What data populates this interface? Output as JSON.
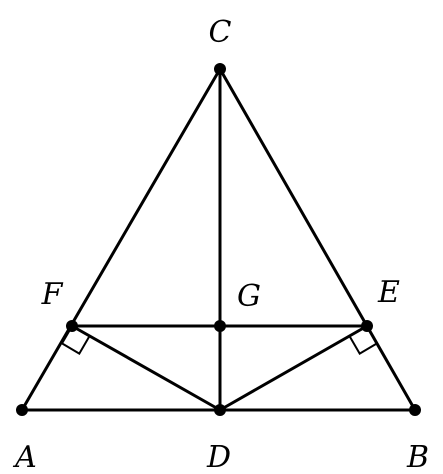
{
  "labels": {
    "A": "A",
    "B": "B",
    "C": "C",
    "D": "D",
    "E": "E",
    "F": "F",
    "G": "G"
  },
  "segments": [
    [
      "A",
      "B"
    ],
    [
      "A",
      "C"
    ],
    [
      "B",
      "C"
    ],
    [
      "C",
      "D"
    ],
    [
      "F",
      "E"
    ],
    [
      "F",
      "D"
    ],
    [
      "E",
      "D"
    ]
  ],
  "right_angles": [
    "F",
    "E"
  ],
  "colors": {
    "stroke": "#000000",
    "background": "#ffffff"
  }
}
